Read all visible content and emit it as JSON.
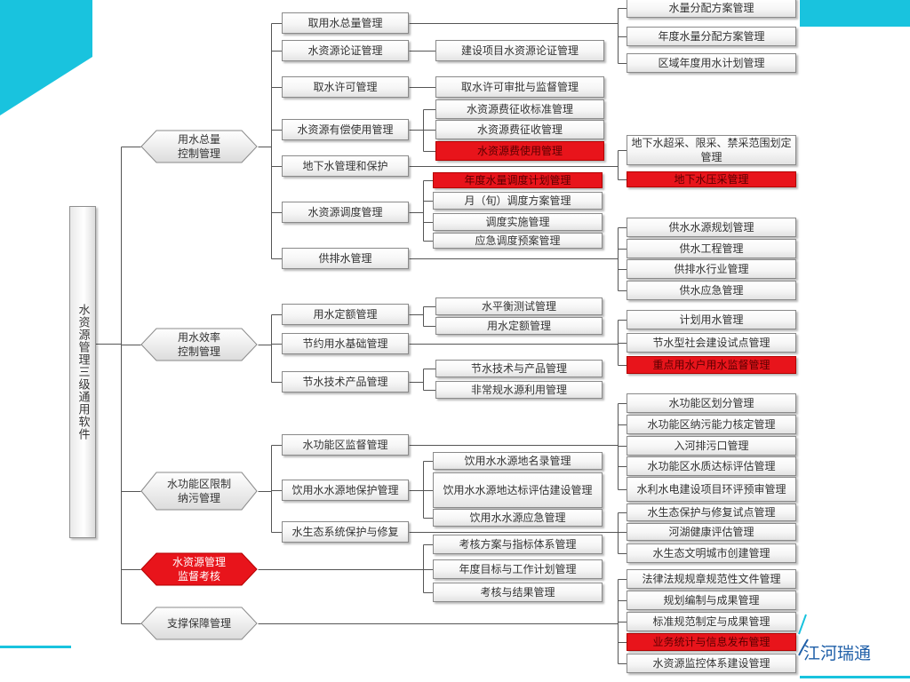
{
  "root": {
    "label": "水资源管理三级通用软件"
  },
  "categories": [
    {
      "label": "用水总量\n控制管理",
      "highlight": false
    },
    {
      "label": "用水效率\n控制管理",
      "highlight": false
    },
    {
      "label": "水功能区限制\n纳污管理",
      "highlight": false
    },
    {
      "label": "水资源管理\n监督考核",
      "highlight": true
    },
    {
      "label": "支撑保障管理",
      "highlight": false
    }
  ],
  "level2": [
    "取用水总量管理",
    "水资源论证管理",
    "取水许可管理",
    "水资源有偿使用管理",
    "地下水管理和保护",
    "水资源调度管理",
    "供排水管理",
    "用水定额管理",
    "节约用水基础管理",
    "节水技术产品管理",
    "水功能区监督管理",
    "饮用水水源地保护管理",
    "水生态系统保护与修复"
  ],
  "level3": [
    "水量分配方案管理",
    "年度水量分配方案管理",
    "区域年度用水计划管理",
    "建设项目水资源论证管理",
    "取水许可审批与监督管理",
    "水资源费征收标准管理",
    "水资源费征收管理",
    "水资源费使用管理",
    "地下水超采、限采、禁采范围划定管理",
    "地下水压采管理",
    "年度水量调度计划管理",
    "月（旬）调度方案管理",
    "调度实施管理",
    "应急调度预案管理",
    "供水水源规划管理",
    "供水工程管理",
    "供排水行业管理",
    "供水应急管理",
    "水平衡测试管理",
    "用水定额管理",
    "计划用水管理",
    "节水型社会建设试点管理",
    "重点用水户用水监督管理",
    "节水技术与产品管理",
    "非常规水源利用管理",
    "水功能区划分管理",
    "水功能区纳污能力核定管理",
    "入河排污口管理",
    "水功能区水质达标评估管理",
    "水利水电建设项目环评预审管理",
    "饮用水水源地名录管理",
    "饮用水水源地达标评估建设管理",
    "饮用水水源应急管理",
    "水生态保护与修复试点管理",
    "河湖健康评估管理",
    "水生态文明城市创建管理",
    "考核方案与指标体系管理",
    "年度目标与工作计划管理",
    "考核与结果管理",
    "法律法规规章规范性文件管理",
    "规划编制与成果管理",
    "标准规范制定与成果管理",
    "业务统计与信息发布管理",
    "水资源监控体系建设管理"
  ],
  "highlighted_items": [
    "水资源费使用管理",
    "年度水量调度计划管理",
    "地下水压采管理",
    "重点用水户用水监督管理",
    "业务统计与信息发布管理"
  ],
  "colors": {
    "highlight": "#e8141b",
    "accent": "#19c3de",
    "line": "#555555",
    "logo": "#1f5fa8"
  },
  "logo": {
    "text": "江河瑞通"
  }
}
